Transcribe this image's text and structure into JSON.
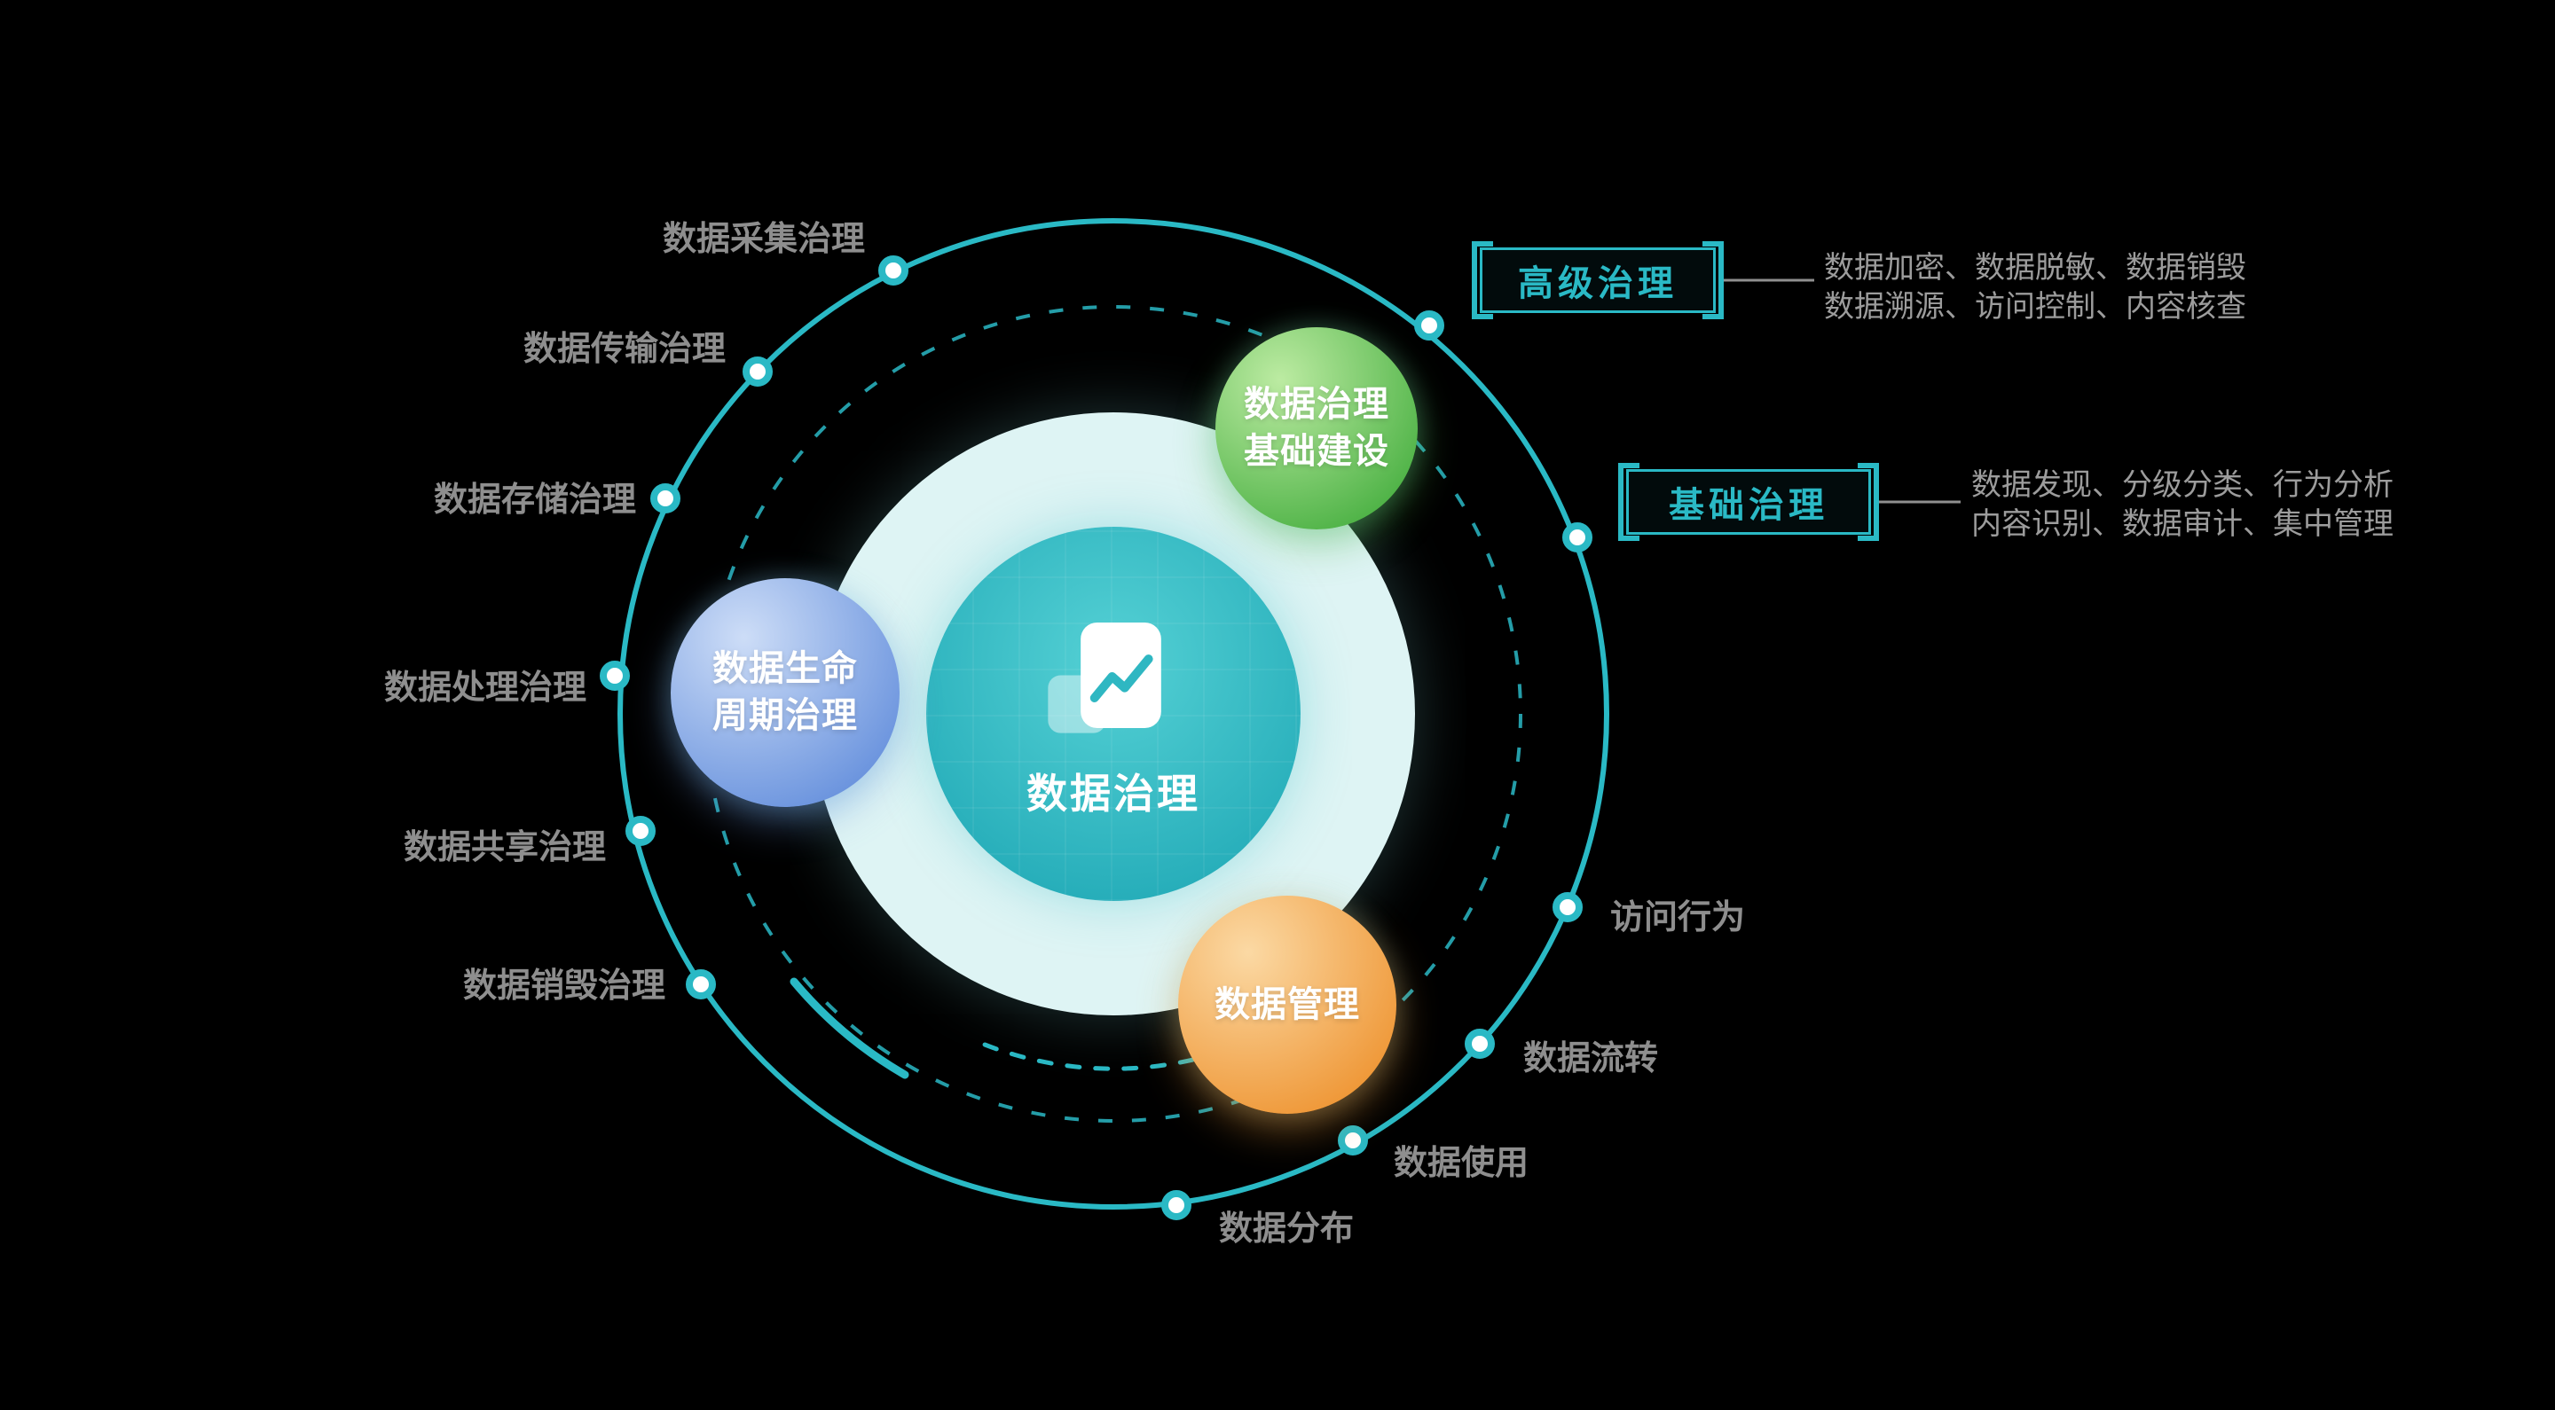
{
  "diagram_title": "数据治理",
  "center": {
    "label": "数据治理",
    "icon": "document-chart-icon"
  },
  "bubbles": [
    {
      "name": "governance-foundation",
      "line1": "数据治理",
      "line2": "基础建设"
    },
    {
      "name": "data-lifecycle",
      "line1": "数据生命",
      "line2": "周期治理"
    },
    {
      "name": "data-management",
      "line1": "数据管理",
      "line2": ""
    }
  ],
  "orbit_labels": [
    {
      "label": "数据采集治理"
    },
    {
      "label": "数据传输治理"
    },
    {
      "label": "数据存储治理"
    },
    {
      "label": "数据处理治理"
    },
    {
      "label": "数据共享治理"
    },
    {
      "label": "数据销毁治理"
    },
    {
      "label": "数据分布"
    },
    {
      "label": "数据使用"
    },
    {
      "label": "数据流转"
    },
    {
      "label": "访问行为"
    }
  ],
  "callouts": [
    {
      "title": "高级治理",
      "desc_line1": "数据加密、数据脱敏、数据销毁",
      "desc_line2": "数据溯源、访问控制、内容核查"
    },
    {
      "title": "基础治理",
      "desc_line1": "数据发现、分级分类、行为分析",
      "desc_line2": "内容识别、数据审计、集中管理"
    }
  ],
  "colors": {
    "accent": "#2ab9c5",
    "pale_ring": "#def4f4",
    "center_teal_light": "#55d1d5",
    "center_teal": "#27aeba",
    "green_light": "#bceba2",
    "green": "#4fb347",
    "blue_light": "#cdddf7",
    "blue": "#6b94de",
    "orange_light": "#fbd9a4",
    "orange": "#ef9838",
    "label_gray": "#8e8e8e",
    "desc_gray": "#9c9c9c",
    "text_white": "#ffffff"
  }
}
